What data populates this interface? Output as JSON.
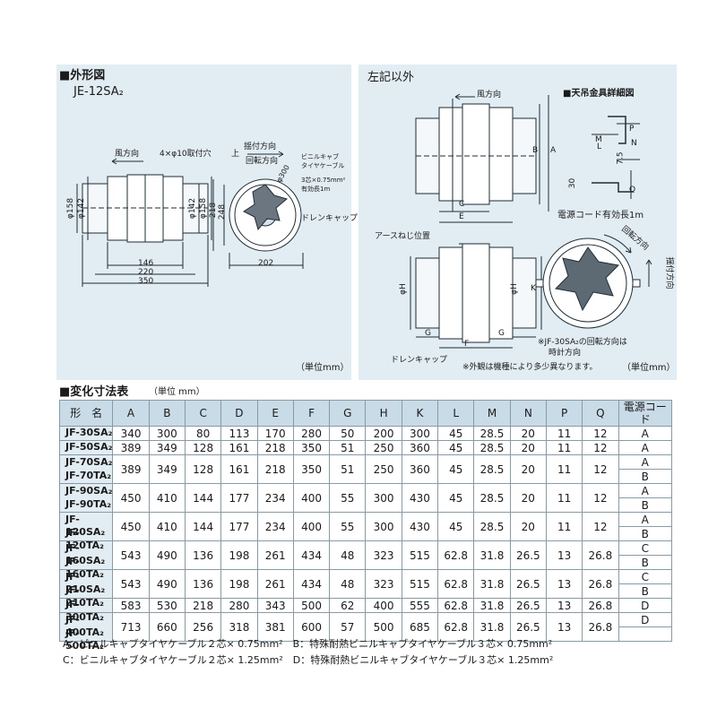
{
  "left_panel": {
    "title": "■外形図",
    "model": "JE-12SA₂",
    "unit": "（単位mm）",
    "labels": {
      "wind": "風方向",
      "holes": "4×φ10取付穴",
      "up": "上",
      "swing": "揺付方向",
      "rotation": "回転方向",
      "cable1": "ビニルキャブ",
      "cable2": "タイヤケーブル",
      "cable3": "3芯×0.75mm²",
      "cable4": "有効長1m",
      "drain": "ドレンキャップ",
      "d300": "φ300",
      "phi158a": "φ158",
      "phi142a": "φ142",
      "phi142b": "φ142",
      "phi158b": "φ158",
      "d218": "218",
      "d248": "248",
      "d146": "146",
      "d220": "220",
      "d350": "350",
      "d202": "202"
    }
  },
  "right_panel": {
    "title": "左記以外",
    "unit": "（単位mm）",
    "labels": {
      "wind": "風方向",
      "detail_title": "■天吊金具詳細図",
      "b": "B",
      "a": "A",
      "c": "C",
      "e": "E",
      "l": "L",
      "m": "M",
      "n": "N",
      "p": "P",
      "q": "Q",
      "d75": "7.5",
      "d30": "30",
      "cord": "電源コード有効長1m",
      "earth": "アースねじ位置",
      "rotation": "回転方向",
      "swing": "揺付方向",
      "phih_left": "φH",
      "phih_right": "φH",
      "k": "K",
      "g_left": "G",
      "g_right": "G",
      "f": "F",
      "drain": "ドレンキャップ",
      "note1": "※JF-30SA₂の回転方向は",
      "note1b": "時計方向",
      "note2": "※外観は機種により多少異なります。"
    }
  },
  "table": {
    "title": "■変化寸法表",
    "unit": "（単位 mm）",
    "headers": [
      "形　名",
      "A",
      "B",
      "C",
      "D",
      "E",
      "F",
      "G",
      "H",
      "K",
      "L",
      "M",
      "N",
      "P",
      "Q",
      "電源コード"
    ],
    "groups": [
      {
        "models": [
          "JF-30SA₂"
        ],
        "values": [
          "340",
          "300",
          "80",
          "113",
          "170",
          "280",
          "50",
          "200",
          "300",
          "45",
          "28.5",
          "20",
          "11",
          "12"
        ],
        "cords": [
          "A"
        ]
      },
      {
        "models": [
          "JF-50SA₂"
        ],
        "values": [
          "389",
          "349",
          "128",
          "161",
          "218",
          "350",
          "51",
          "250",
          "360",
          "45",
          "28.5",
          "20",
          "11",
          "12"
        ],
        "cords": [
          "A"
        ]
      },
      {
        "models": [
          "JF-70SA₂",
          "JF-70TA₂"
        ],
        "values": [
          "389",
          "349",
          "128",
          "161",
          "218",
          "350",
          "51",
          "250",
          "360",
          "45",
          "28.5",
          "20",
          "11",
          "12"
        ],
        "cords": [
          "A",
          "B"
        ]
      },
      {
        "models": [
          "JF-90SA₂",
          "JF-90TA₂"
        ],
        "values": [
          "450",
          "410",
          "144",
          "177",
          "234",
          "400",
          "55",
          "300",
          "430",
          "45",
          "28.5",
          "20",
          "11",
          "12"
        ],
        "cords": [
          "A",
          "B"
        ]
      },
      {
        "models": [
          "JF-120SA₂",
          "JF-120TA₂"
        ],
        "values": [
          "450",
          "410",
          "144",
          "177",
          "234",
          "400",
          "55",
          "300",
          "430",
          "45",
          "28.5",
          "20",
          "11",
          "12"
        ],
        "cords": [
          "A",
          "B"
        ]
      },
      {
        "models": [
          "JF-160SA₂",
          "JF-160TA₂"
        ],
        "values": [
          "543",
          "490",
          "136",
          "198",
          "261",
          "434",
          "48",
          "323",
          "515",
          "62.8",
          "31.8",
          "26.5",
          "13",
          "26.8"
        ],
        "cords": [
          "C",
          "B"
        ]
      },
      {
        "models": [
          "JF-210SA₂",
          "JF-210TA₂"
        ],
        "values": [
          "543",
          "490",
          "136",
          "198",
          "261",
          "434",
          "48",
          "323",
          "515",
          "62.8",
          "31.8",
          "26.5",
          "13",
          "26.8"
        ],
        "cords": [
          "C",
          "B"
        ]
      },
      {
        "models": [
          "JF-300TA₂"
        ],
        "values": [
          "583",
          "530",
          "218",
          "280",
          "343",
          "500",
          "62",
          "400",
          "555",
          "62.8",
          "31.8",
          "26.5",
          "13",
          "26.8"
        ],
        "cords": [
          "D"
        ]
      },
      {
        "models": [
          "JF-400TA₂",
          "JF-500TA₂"
        ],
        "values": [
          "713",
          "660",
          "256",
          "318",
          "381",
          "600",
          "57",
          "500",
          "685",
          "62.8",
          "31.8",
          "26.5",
          "13",
          "26.8"
        ],
        "cords": [
          "D"
        ]
      }
    ],
    "footnotes": [
      "A：ビニルキャブタイヤケーブル２芯× 0.75mm²　B：特殊耐熱ビニルキャブタイヤケーブル３芯× 0.75mm²",
      "C：ビニルキャブタイヤケーブル２芯× 1.25mm²　D：特殊耐熱ビニルキャブタイヤケーブル３芯× 1.25mm²"
    ]
  }
}
